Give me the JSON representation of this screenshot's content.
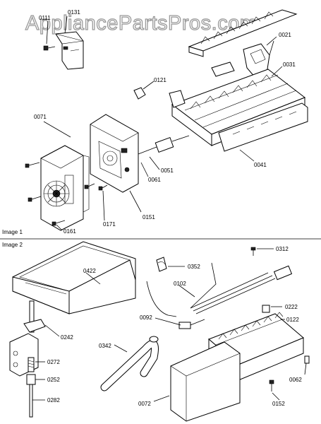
{
  "watermark": "AppliancePartsPros.com",
  "sections": [
    {
      "id": "image1",
      "label": "Image 1"
    },
    {
      "id": "image2",
      "label": "Image 2"
    }
  ],
  "callouts": {
    "p0131": "0131",
    "p0111": "0111",
    "p0021": "0021",
    "p0031": "0031",
    "p0121": "0121",
    "p0071": "0071",
    "p0051": "0051",
    "p0061": "0061",
    "p0041": "0041",
    "p0151": "0151",
    "p0171": "0171",
    "p0161": "0161",
    "p0312": "0312",
    "p0422": "0422",
    "p0352": "0352",
    "p0102": "0102",
    "p0222": "0222",
    "p0092": "0092",
    "p0122": "0122",
    "p0242": "0242",
    "p0342": "0342",
    "p0272": "0272",
    "p0252": "0252",
    "p0062": "0062",
    "p0072": "0072",
    "p0152": "0152",
    "p0282": "0282"
  }
}
